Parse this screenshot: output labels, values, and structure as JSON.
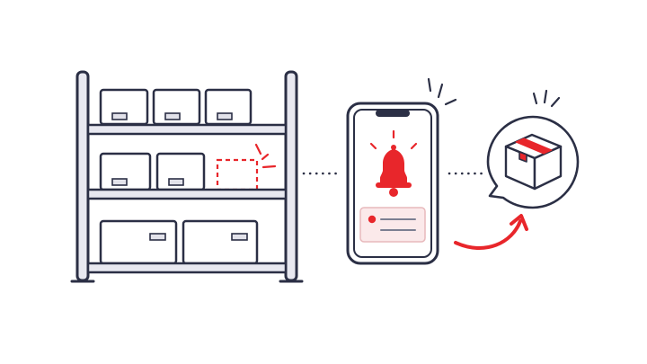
{
  "scene": {
    "description_elements": [
      "shelf-unit",
      "missing-box-slot",
      "dotted-connector",
      "phone-notification",
      "speech-bubble-package",
      "curved-arrow"
    ]
  },
  "colors": {
    "outline": "#2b2f45",
    "shelf_fill": "#e8e8f0",
    "box_fill": "#ffffff",
    "label_fill": "#e2e2ea",
    "accent": "#e8262b",
    "notification_card": "#fbe9ea",
    "notification_lines": "#7c7f92"
  },
  "icons": {
    "bell": "bell-icon",
    "package": "package-icon",
    "arrow": "curved-arrow-icon"
  }
}
